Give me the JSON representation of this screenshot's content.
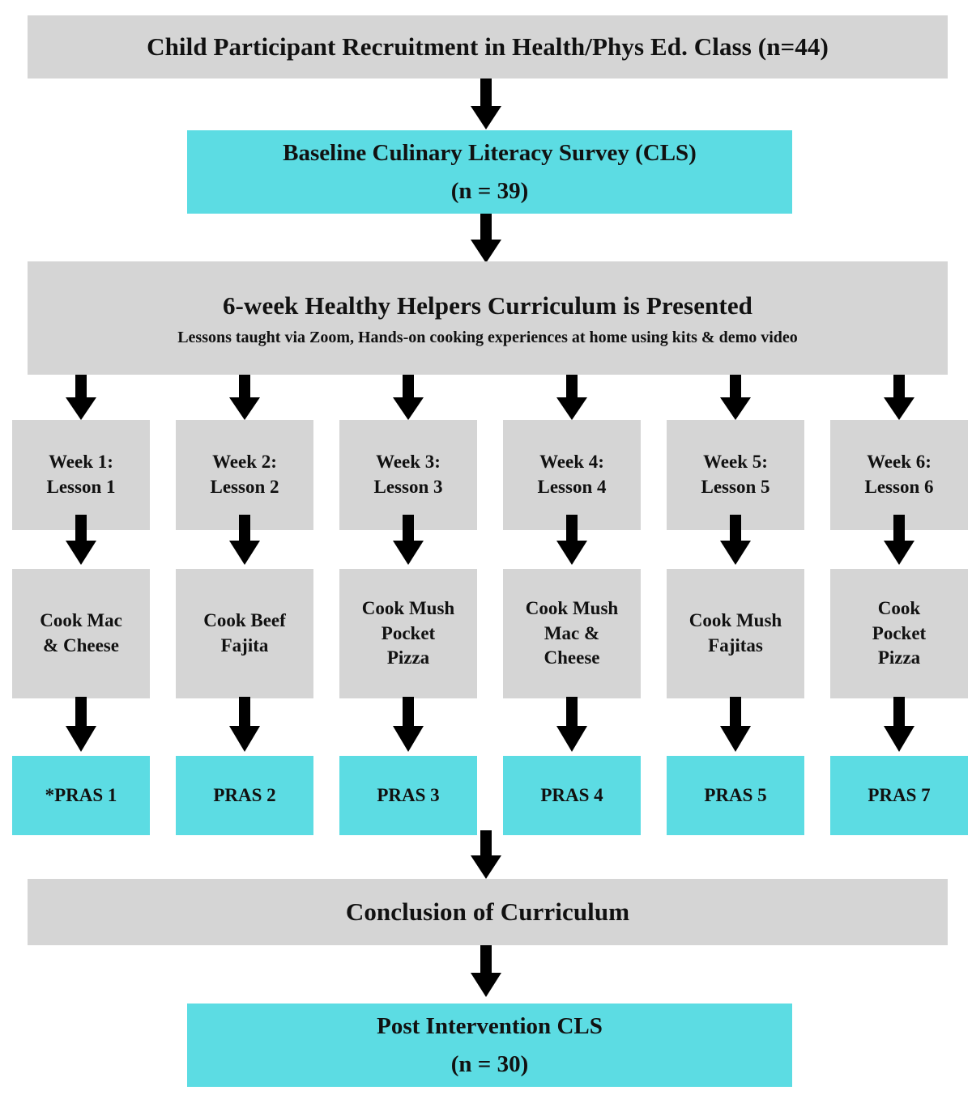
{
  "diagram": {
    "title": "Healthy Helpers Curriculum Study Flow",
    "colors": {
      "gray_box": "#d5d5d5",
      "cyan_box": "#5cdce3",
      "arrow": "#000000",
      "text": "#111111",
      "background": "#ffffff"
    },
    "recruitment": {
      "label": "Child Participant Recruitment in Health/Phys Ed. Class (n=44)"
    },
    "baseline": {
      "label": "Baseline Culinary Literacy Survey (CLS)",
      "count": "(n = 39)"
    },
    "curriculum": {
      "label": "6-week Healthy Helpers Curriculum is Presented",
      "detail": "Lessons taught via Zoom, Hands-on cooking experiences at home using kits & demo video"
    },
    "weeks": [
      {
        "week": "Week 1:",
        "lesson": "Lesson 1",
        "cook": [
          "Cook Mac",
          "& Cheese"
        ],
        "pras": "*PRAS 1"
      },
      {
        "week": "Week 2:",
        "lesson": "Lesson 2",
        "cook": [
          "Cook Beef",
          "Fajita"
        ],
        "pras": "PRAS 2"
      },
      {
        "week": "Week 3:",
        "lesson": "Lesson 3",
        "cook": [
          "Cook Mush",
          "Pocket",
          "Pizza"
        ],
        "pras": "PRAS 3"
      },
      {
        "week": "Week 4:",
        "lesson": "Lesson 4",
        "cook": [
          "Cook Mush",
          "Mac &",
          "Cheese"
        ],
        "pras": "PRAS 4"
      },
      {
        "week": "Week 5:",
        "lesson": "Lesson 5",
        "cook": [
          "Cook Mush",
          "Fajitas"
        ],
        "pras": "PRAS 5"
      },
      {
        "week": "Week 6:",
        "lesson": "Lesson 6",
        "cook": [
          "Cook",
          "Pocket",
          "Pizza"
        ],
        "pras": "PRAS 7"
      }
    ],
    "conclusion": {
      "label": "Conclusion of Curriculum"
    },
    "post": {
      "label": "Post Intervention CLS",
      "count": "(n = 30)"
    }
  }
}
